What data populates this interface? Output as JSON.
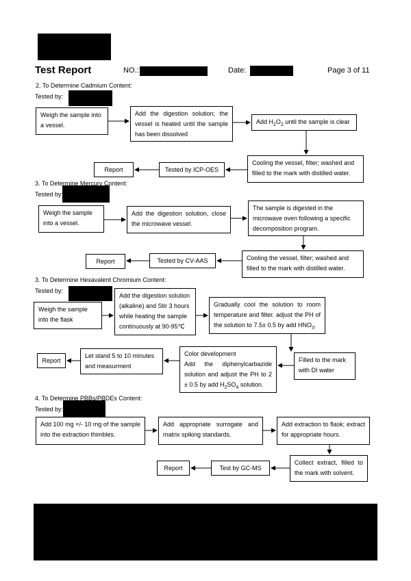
{
  "header": {
    "title": "Test Report",
    "no_label": "NO.:",
    "date_label": "Date:",
    "page": "Page 3 of 11"
  },
  "sections": [
    {
      "heading": "2.    To Determine Cadmium Content:",
      "tested_by": "Tested by:",
      "steps": {
        "s1": "Weigh the sample into a vessel.",
        "s2": "Add the digestion solution; the vessel is heated until the sample has been dissolved",
        "s3": "Add H2O2 until the sample is clear",
        "s4": "Cooling the vessel, filter; washed and filled to the mark with distilled water.",
        "s5": "Tested by ICP-OES",
        "s6": "Report"
      }
    },
    {
      "heading": "3.    To Determine Mercury Content:",
      "tested_by": "Tested by:",
      "steps": {
        "s1": "Weigh the sample into a vessel.",
        "s2": "Add the digestion solution, close the microwave vessel.",
        "s3": "The sample is digested in the microwave oven following a specific decomposition program.",
        "s4": "Cooling the vessel, filter; washed and filled to the mark with distilled water.",
        "s5": "Tested by CV-AAS",
        "s6": "Report"
      }
    },
    {
      "heading": "3. To Determine Hexavalent Chromium Content:",
      "tested_by": "Tested by:",
      "steps": {
        "s1": "Weigh the sample into the flask",
        "s2": "Add the digestion solution (alkaline) and Stir 3 hours while heating the sample continuously at 90-95℃",
        "s3a": "Gradually cool the solution to room temperature and filter. adjust the PH of the solution to 7.5± 0.5 by add HNO",
        "s3b": "3",
        "s3c": ".",
        "s4": "Filled to the mark with DI water",
        "s5_title": "Color development",
        "s5a": "Add the diphenylcarbazide solution and adjust the PH to 2 ± 0.5 by add H",
        "s5b": "2",
        "s5c": "SO",
        "s5d": "4",
        "s5e": " solution.",
        "s6": "Let stand 5 to 10 minutes and measurment",
        "s7": "Report"
      }
    },
    {
      "heading": "4. To Determine PBBs/PBDEs Content:",
      "tested_by": "Tested by:",
      "steps": {
        "s1": "Add 100 mg +/- 10 mg of the sample into the extraction thimbles.",
        "s2": "Add appropriate surrogate and matrix spiking standards.",
        "s3": "Add extraction to flask; extract for appropriate hours.",
        "s4": "Collect extract, filled to the mark with solvent.",
        "s5": "Test by GC-MS",
        "s6": "Report"
      }
    }
  ]
}
